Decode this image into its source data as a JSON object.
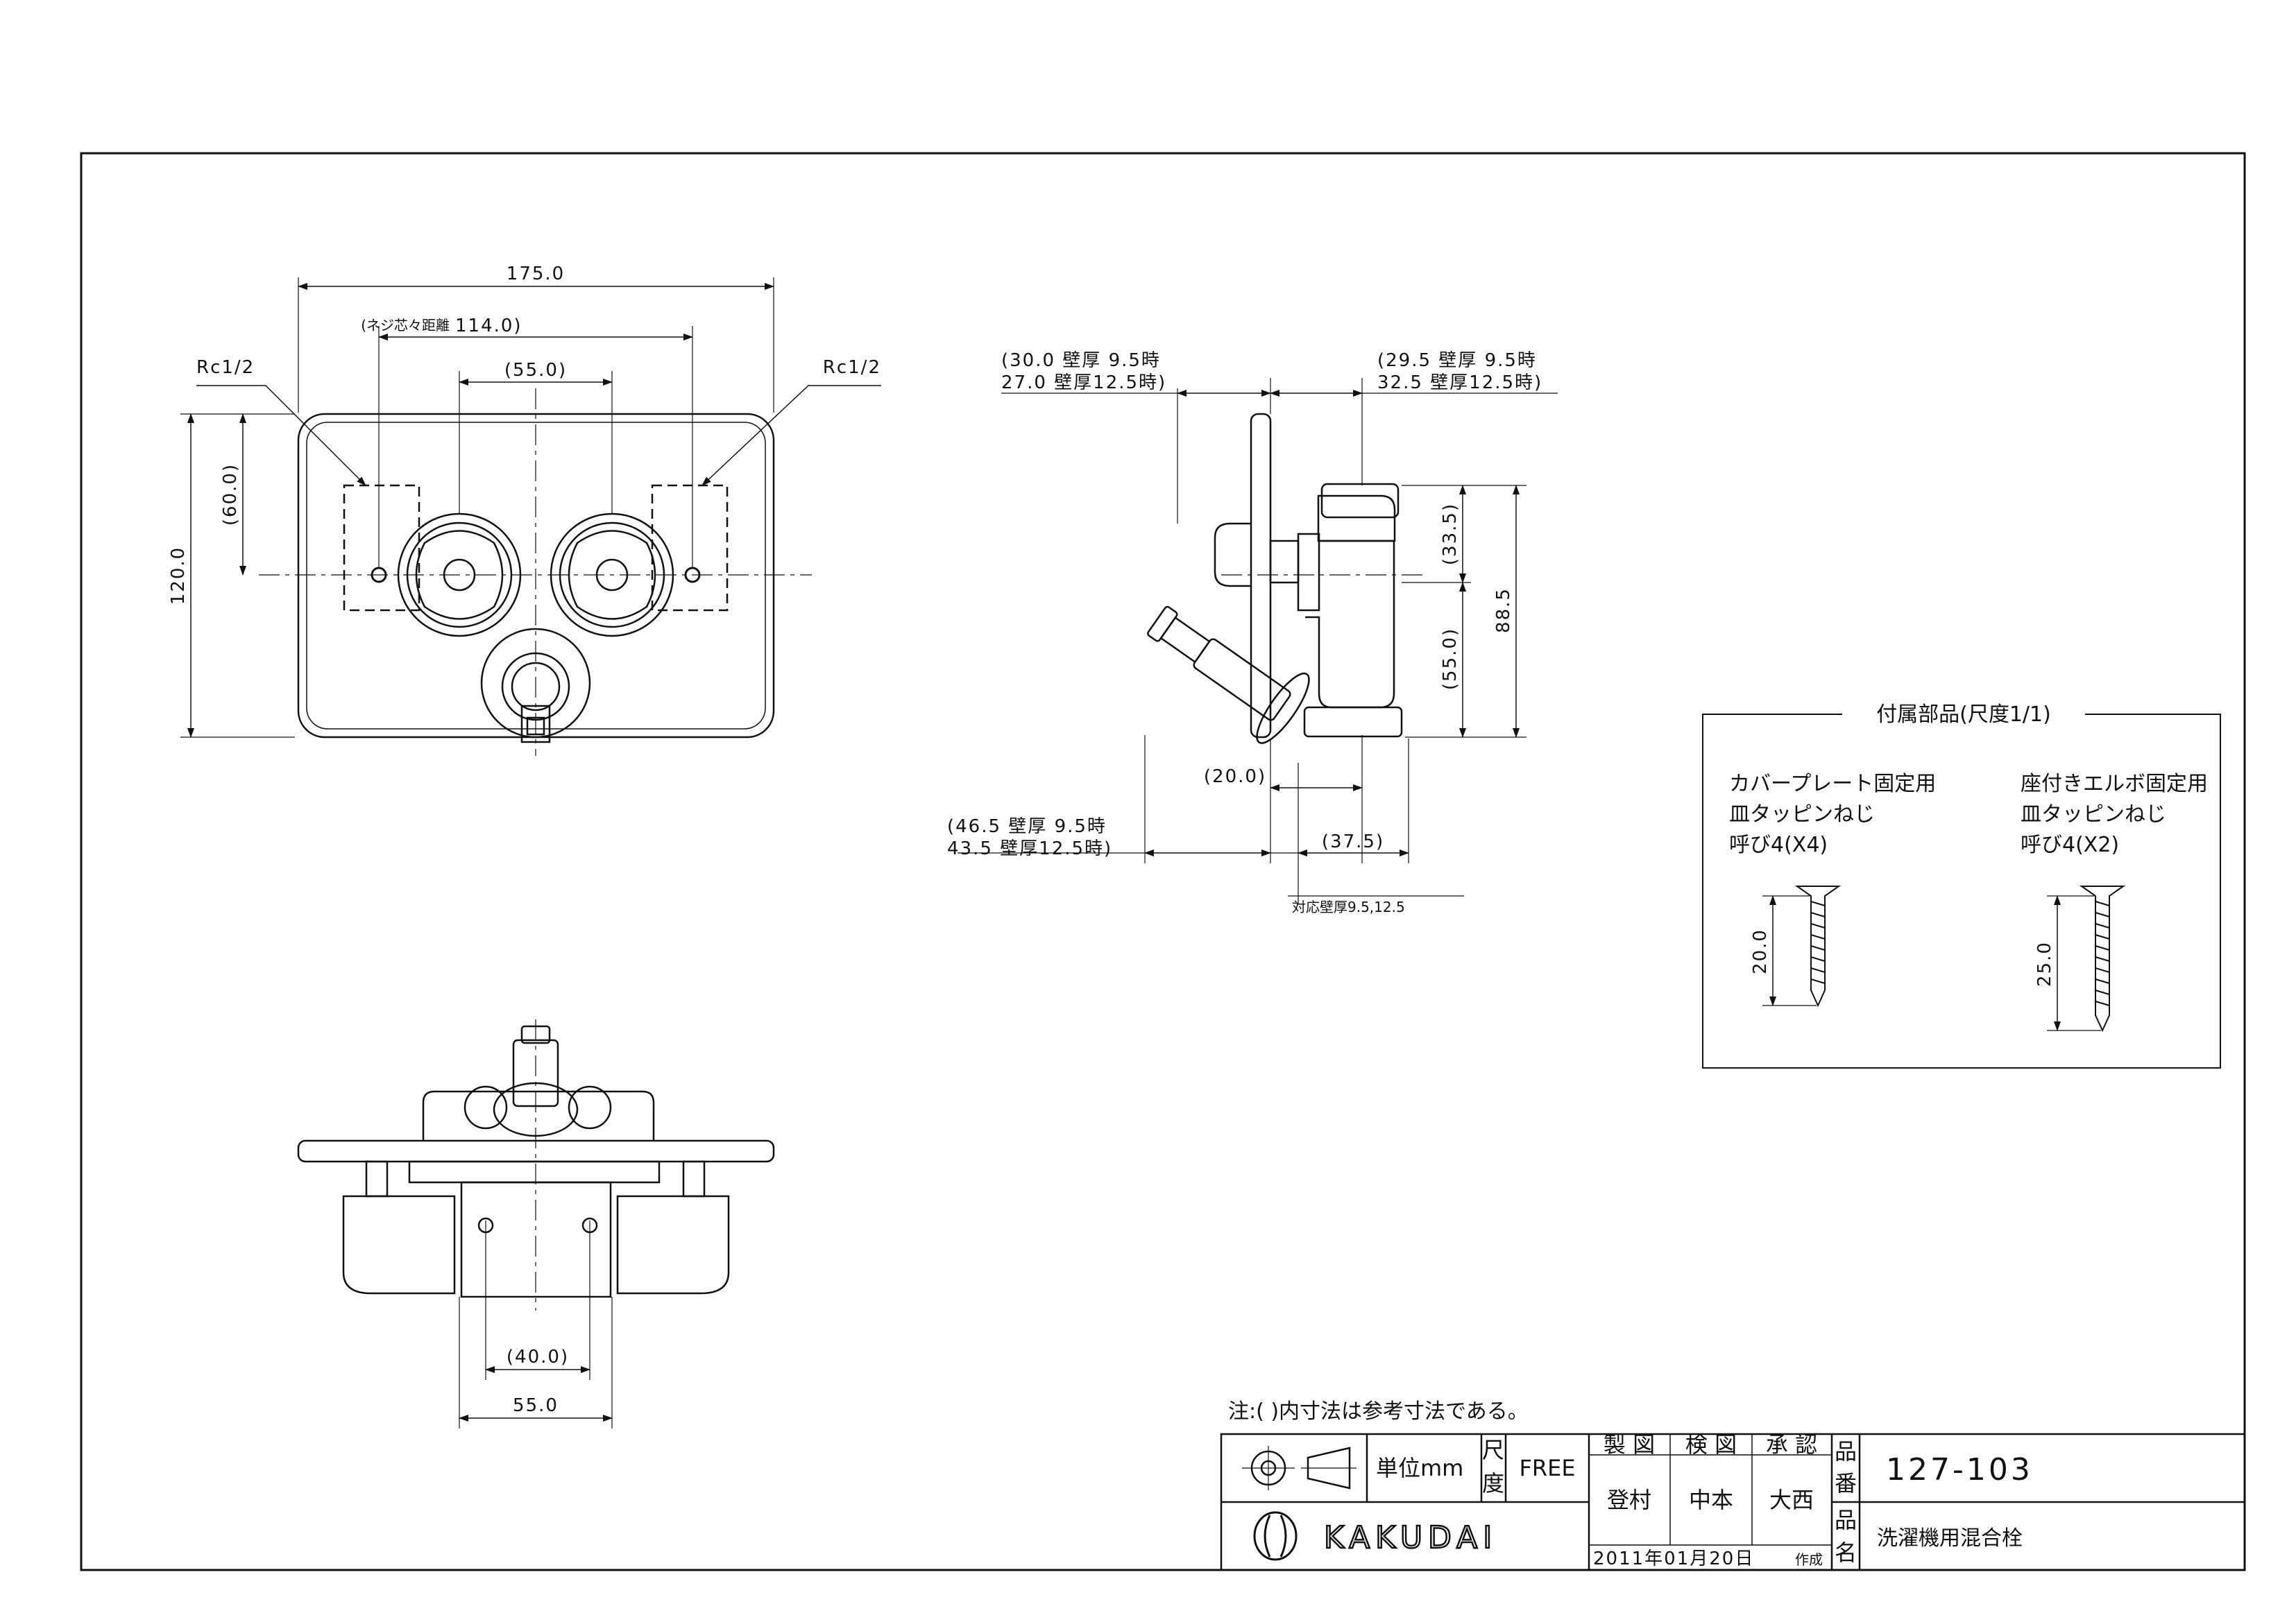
{
  "front_view": {
    "width": "175.0",
    "screw_pitch_label": "(ネジ芯々距離",
    "screw_pitch": "114.0)",
    "valve_pitch": "(55.0)",
    "port_left": "Rc1/2",
    "port_right": "Rc1/2",
    "height": "120.0",
    "port_height": "(60.0)"
  },
  "side_view": {
    "top_left_1": "(30.0 壁厚 9.5時",
    "top_left_2": "27.0 壁厚12.5時)",
    "top_right_1": "(29.5 壁厚 9.5時",
    "top_right_2": "32.5 壁厚12.5時)",
    "dim_33_5": "(33.5)",
    "dim_55_0": "(55.0)",
    "dim_88_5": "88.5",
    "dim_20_0": "(20.0)",
    "bottom_left_1": "(46.5 壁厚 9.5時",
    "bottom_left_2": "43.5 壁厚12.5時)",
    "dim_37_5": "(37.5)",
    "wall_thickness": "対応壁厚9.5,12.5"
  },
  "bottom_view": {
    "dim_40_0": "(40.0)",
    "dim_55_0": "55.0"
  },
  "accessories": {
    "title": "付属部品(尺度1/1)",
    "left_lines": [
      "カバープレート固定用",
      "皿タッピンねじ",
      "呼び4(X4)"
    ],
    "left_length": "20.0",
    "right_lines": [
      "座付きエルボ固定用",
      "皿タッピンねじ",
      "呼び4(X2)"
    ],
    "right_length": "25.0"
  },
  "note": "注:( )内寸法は参考寸法である。",
  "title_block": {
    "unit": "単位mm",
    "scale_label_1": "尺",
    "scale_label_2": "度",
    "scale": "FREE",
    "drawn_label": "製 図",
    "checked_label": "検 図",
    "approved_label": "承 認",
    "drawn_by": "登村",
    "checked_by": "中本",
    "approved_by": "大西",
    "part_no_label_1": "品",
    "part_no_label_2": "番",
    "part_no": "127-103",
    "name_label_1": "品",
    "name_label_2": "名",
    "part_name": "洗濯機用混合栓",
    "date": "2011年01月20日",
    "created": "作成",
    "brand": "KAKUDAI"
  }
}
